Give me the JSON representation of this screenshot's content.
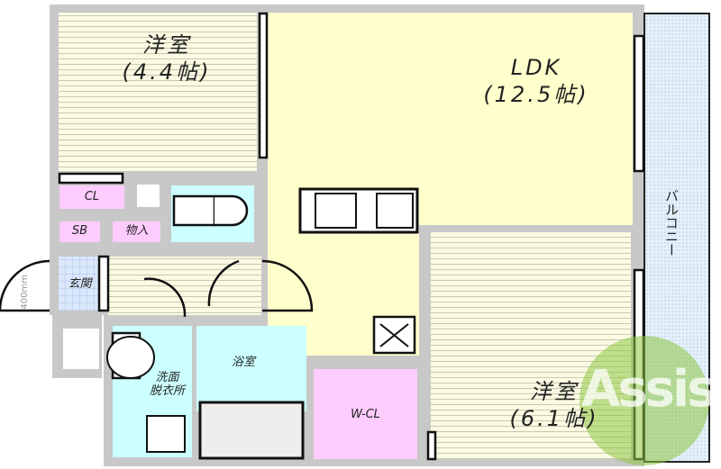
{
  "rooms": {
    "western_north": {
      "name": "洋室",
      "size": "(4.4帖)"
    },
    "ldk": {
      "name": "LDK",
      "size": "(12.5帖)"
    },
    "western_south": {
      "name": "洋室",
      "size": "(6.1帖)"
    },
    "balcony": {
      "name": "バルコニー"
    },
    "closet": {
      "name": "CL"
    },
    "shoe_box": {
      "name": "SB"
    },
    "storage": {
      "name": "物入"
    },
    "entrance": {
      "name": "玄関"
    },
    "bathroom": {
      "name": "浴室"
    },
    "washroom": {
      "name": "洗面\n脱衣所"
    },
    "walk_in_closet": {
      "name": "W-CL"
    }
  },
  "dimension_note": "400mm",
  "watermark": "Assist",
  "colors": {
    "wall": "#c8c8c8",
    "ldk": "#ffffcc",
    "wet_area": "#ccffff",
    "closet": "#ffccff",
    "balcony": "#d9ecf8",
    "watermark": "#8cc63f"
  }
}
